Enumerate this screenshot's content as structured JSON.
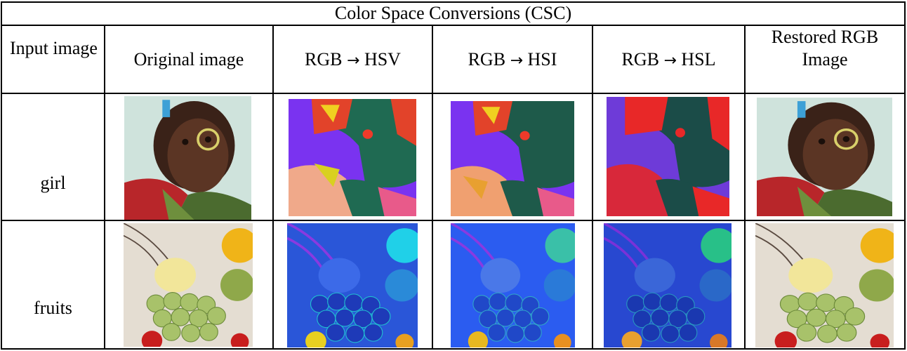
{
  "table": {
    "title": "Color Space Conversions (CSC)",
    "headers": {
      "input": "Input image",
      "original": "Original image",
      "hsv_prefix": "RGB",
      "hsv_target": "HSV",
      "hsi_prefix": "RGB",
      "hsi_target": "HSI",
      "hsl_prefix": "RGB",
      "hsl_target": "HSL",
      "restored_line1": "Restored RGB",
      "restored_line2": "Image"
    },
    "arrow_glyph": "→",
    "rows": [
      {
        "label": "girl"
      },
      {
        "label": "fruits"
      }
    ]
  },
  "colors": {
    "border": "#000000",
    "hsv_purple": "#7a33f0",
    "hsl_red": "#e82828",
    "fruit_green": "#2f6a3a",
    "converted_blue": "#2b5cf0"
  }
}
